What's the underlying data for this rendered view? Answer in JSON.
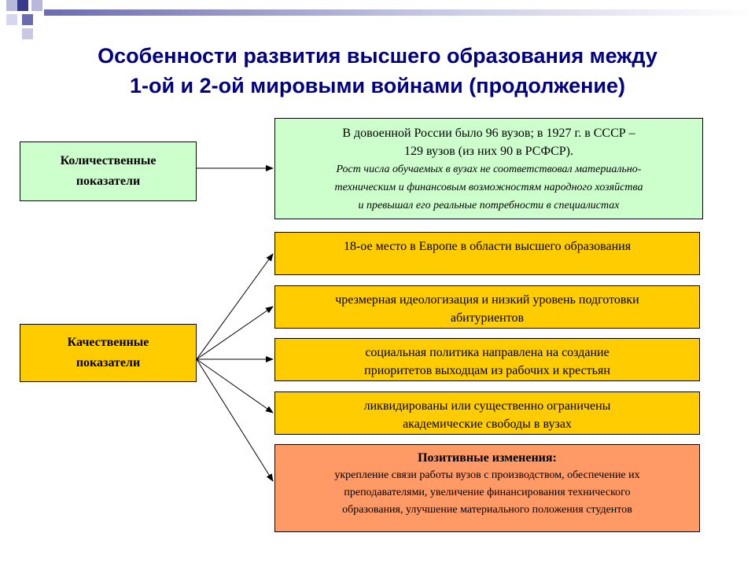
{
  "title": {
    "line1": "Особенности развития высшего образования между",
    "line2": "1-ой и 2-ой мировыми войнами (продолжение)"
  },
  "quantitative": {
    "label": {
      "line1": "Количественные",
      "line2": "показатели"
    },
    "box": {
      "line1": "В довоенной России было 96 вузов; в 1927 г. в СССР –",
      "line2": "129 вузов (из них 90 в РСФСР).",
      "italic1": "Рост числа обучаемых в вузах не соответствовал материально-",
      "italic2": "техническим и финансовым возможностям народного хозяйства",
      "italic3": "и превышал его реальные потребности в специалистах"
    }
  },
  "qualitative": {
    "label": {
      "line1": "Качественные",
      "line2": "показатели"
    },
    "items": [
      {
        "line1": "18-ое место в Европе в области высшего образования",
        "line2": ""
      },
      {
        "line1": "чрезмерная идеологизация и низкий уровень подготовки",
        "line2": "абитуриентов"
      },
      {
        "line1": "социальная политика направлена на создание",
        "line2": "приоритетов выходцам из рабочих и крестьян"
      },
      {
        "line1": "ликвидированы или существенно ограничены",
        "line2": "академические свободы в вузах"
      }
    ],
    "positive": {
      "heading": "Позитивные изменения:",
      "line1": "укрепление связи работы вузов с производством, обеспечение их",
      "line2": "преподавателями, увеличение финансирования технического",
      "line3": "образования, улучшение материального положения студентов"
    }
  },
  "colors": {
    "title": "#000080",
    "green": "#ccffcc",
    "yellow": "#ffcc00",
    "orange": "#ff9966"
  }
}
